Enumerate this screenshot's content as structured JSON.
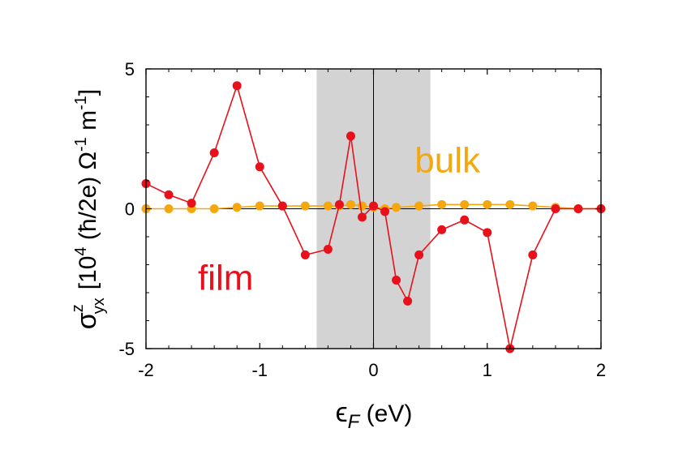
{
  "chart_data": {
    "type": "line",
    "xlabel": {
      "symbol": "ϵ",
      "subscript": "F",
      "unit": " (eV)"
    },
    "ylabel": {
      "symbol": "σ",
      "subscript": "yx",
      "superscript": "z",
      "prefix": "[10",
      "prefix_exp": "4",
      "middle": " (ħ/2e) Ω",
      "middle_exp": "-1",
      "m": " m",
      "m_exp": "-1",
      "suffix": "]"
    },
    "xlim": [
      -2,
      2
    ],
    "ylim": [
      -5,
      5
    ],
    "xticks": [
      -2,
      -1,
      0,
      1,
      2
    ],
    "xtick_labels": [
      "-2",
      "-1",
      "0",
      "1",
      "2"
    ],
    "yticks": [
      -5,
      0,
      5
    ],
    "ytick_labels": [
      "-5",
      "0",
      "5"
    ],
    "shaded_region": {
      "x": [
        -0.5,
        0.5
      ],
      "color": "#d3d3d3"
    },
    "reference_lines": {
      "x": 0,
      "y": 0
    },
    "series": [
      {
        "name": "film",
        "color": "#e8101a",
        "x": [
          -2.0,
          -1.8,
          -1.6,
          -1.4,
          -1.2,
          -1.0,
          -0.8,
          -0.6,
          -0.4,
          -0.3,
          -0.2,
          -0.1,
          0.0,
          0.1,
          0.2,
          0.3,
          0.4,
          0.6,
          0.8,
          1.0,
          1.2,
          1.4,
          1.6,
          1.8,
          2.0
        ],
        "y": [
          0.9,
          0.5,
          0.2,
          2.0,
          4.4,
          1.5,
          0.1,
          -1.65,
          -1.45,
          0.15,
          2.6,
          -0.3,
          0.1,
          -0.1,
          -2.55,
          -3.3,
          -1.65,
          -0.75,
          -0.4,
          -0.85,
          -5.0,
          -1.65,
          0.0,
          0.0,
          0.0
        ]
      },
      {
        "name": "bulk",
        "color": "#f5a70f",
        "x": [
          -2.0,
          -1.8,
          -1.6,
          -1.4,
          -1.2,
          -1.0,
          -0.8,
          -0.6,
          -0.4,
          -0.3,
          -0.2,
          -0.1,
          0.0,
          0.1,
          0.2,
          0.4,
          0.6,
          0.8,
          1.0,
          1.2,
          1.4,
          1.6,
          1.8,
          2.0
        ],
        "y": [
          0.0,
          0.0,
          0.0,
          0.0,
          0.05,
          0.1,
          0.1,
          0.1,
          0.1,
          0.1,
          0.15,
          0.1,
          0.05,
          0.0,
          0.05,
          0.1,
          0.15,
          0.15,
          0.15,
          0.15,
          0.1,
          0.05,
          0.0,
          0.0
        ]
      }
    ],
    "series_labels": [
      {
        "text": "film",
        "color": "#e8101a",
        "at": [
          -1.3,
          -2.9
        ]
      },
      {
        "text": "bulk",
        "color": "#f5a70f",
        "at": [
          0.65,
          1.3
        ]
      }
    ]
  }
}
